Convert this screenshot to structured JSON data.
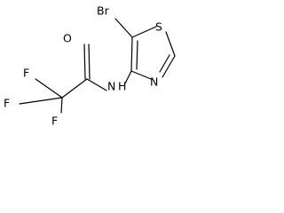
{
  "molecule": {
    "atoms": {
      "br": "Br",
      "s": "S",
      "o": "O",
      "f_top": "F",
      "f_left": "F",
      "f_bottom": "F",
      "nh": "N",
      "h": "H",
      "n_ring": "N"
    }
  }
}
